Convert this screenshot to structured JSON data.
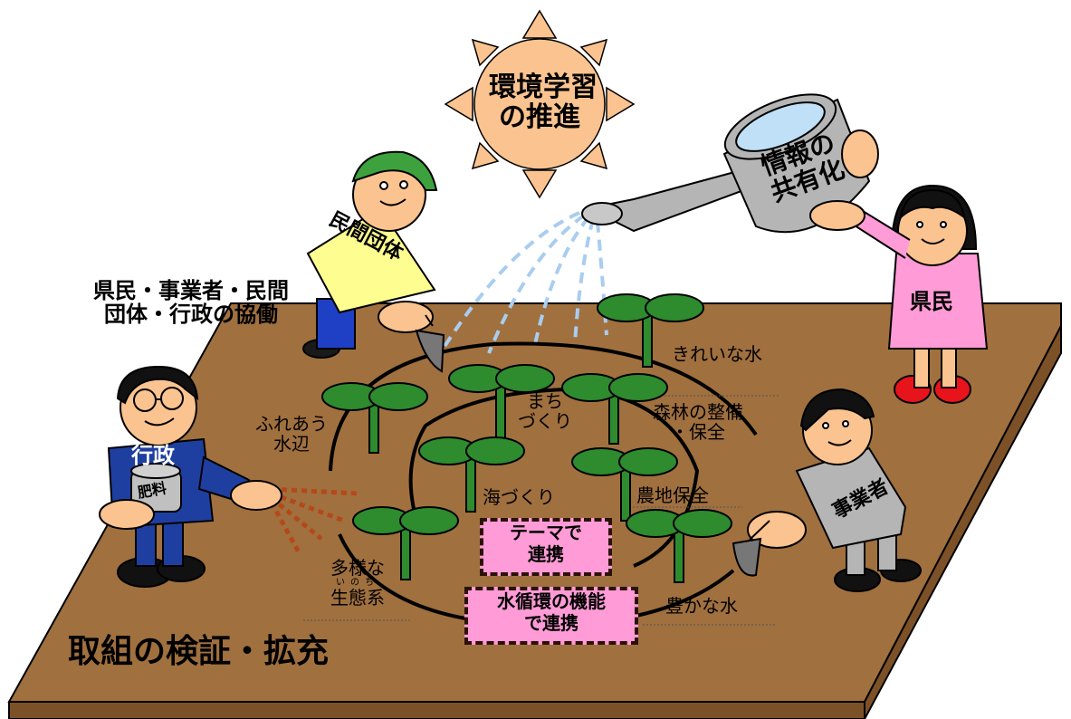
{
  "sun": {
    "line1": "環境学習",
    "line2": "の推進",
    "color": "#fbc38f"
  },
  "watering_can": {
    "line1": "情報の",
    "line2": "共有化"
  },
  "title_collab": {
    "line1": "県民・事業者・民間",
    "line2": "団体・行政の協働"
  },
  "title_bottom": "取組の検証・拡充",
  "actors": {
    "npo": "民間団体",
    "citizen": "県民",
    "business": "事業者",
    "government": "行政",
    "fertilizer": "肥料"
  },
  "sprouts": {
    "clean_water": "きれいな水",
    "town": {
      "line1": "まち",
      "line2": "づくり"
    },
    "forest": {
      "line1": "森林の整備",
      "line2": "・保全"
    },
    "waterside": {
      "line1": "ふれあう",
      "line2": "水辺"
    },
    "sea": "海づくり",
    "farmland": "農地保全",
    "ecosystem": {
      "line1": "多様な",
      "ruby": "いのち",
      "line2": "生態系"
    },
    "rich_water": "豊かな水"
  },
  "links": {
    "theme": {
      "line1": "テーマで",
      "line2": "連携"
    },
    "water_cycle": {
      "line1": "水循環の機能",
      "line2": "で連携"
    }
  },
  "colors": {
    "soil": "#a0703f",
    "soil_edge": "#7a4f25",
    "leaf": "#2e8b2e",
    "link_box": "#ff9bd6",
    "spray": "#a9cdf0"
  }
}
